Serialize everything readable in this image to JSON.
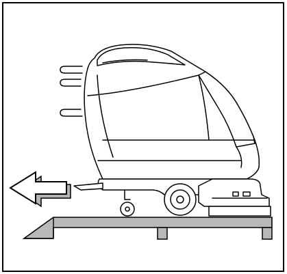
{
  "figure": {
    "kind": "line-illustration",
    "subject": "floor-scrubber-machine-on-pallet",
    "direction_arrow": "left",
    "colors": {
      "stroke": "#000000",
      "fill_body": "#ffffff",
      "fill_shadow": "#b3b3b3",
      "fill_pallet": "#b8b8b8"
    },
    "icons": [
      "arrow-left-icon",
      "machine-icon",
      "pallet-icon"
    ]
  }
}
